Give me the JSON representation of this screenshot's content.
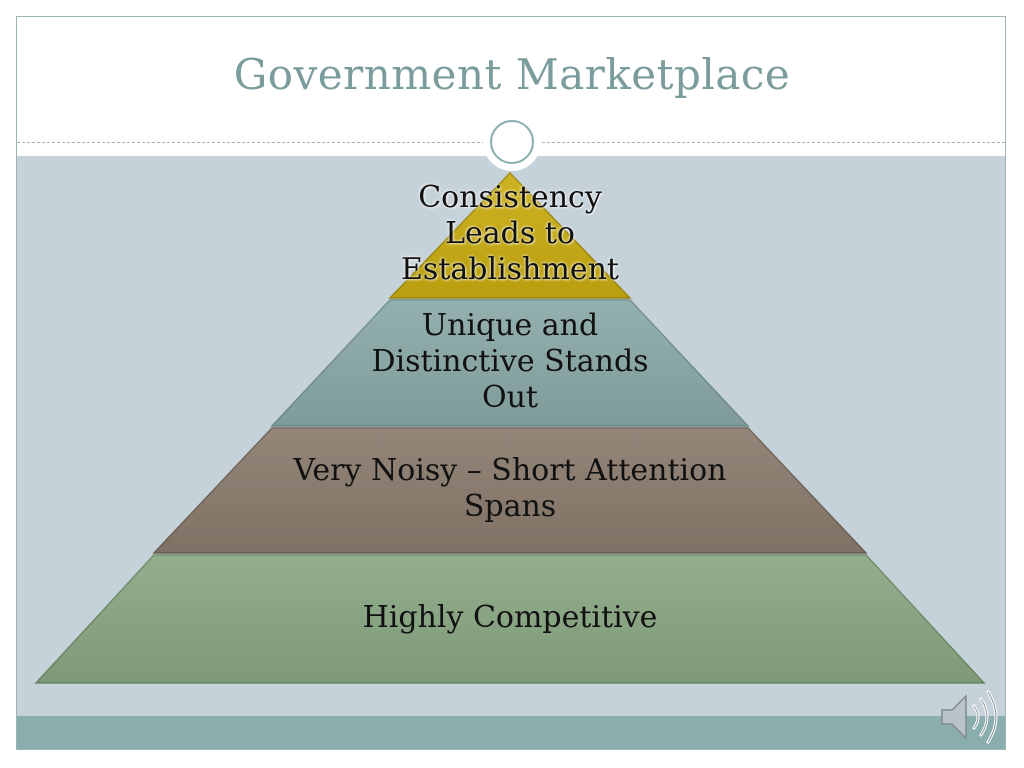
{
  "slide": {
    "title": "Government Marketplace"
  },
  "pyramid": {
    "tiers": [
      {
        "label": "Consistency Leads to Establishment",
        "lines": [
          "Consistency",
          "Leads to",
          "Establishment"
        ],
        "color": "#c9ac10"
      },
      {
        "label": "Unique and Distinctive Stands Out",
        "lines": [
          "Unique and",
          "Distinctive Stands",
          "Out"
        ],
        "color": "#8aa9a7"
      },
      {
        "label": "Very Noisy – Short Attention Spans",
        "lines": [
          "Very Noisy – Short Attention",
          "Spans"
        ],
        "color": "#8a7b6d"
      },
      {
        "label": "Highly Competitive",
        "lines": [
          "Highly Competitive"
        ],
        "color": "#89a783"
      }
    ]
  },
  "colors": {
    "title": "#7a9c9c",
    "content_background": "#c6d2da",
    "bottom_bar": "#8aadad"
  },
  "audio": {
    "icon": "speaker-icon"
  }
}
